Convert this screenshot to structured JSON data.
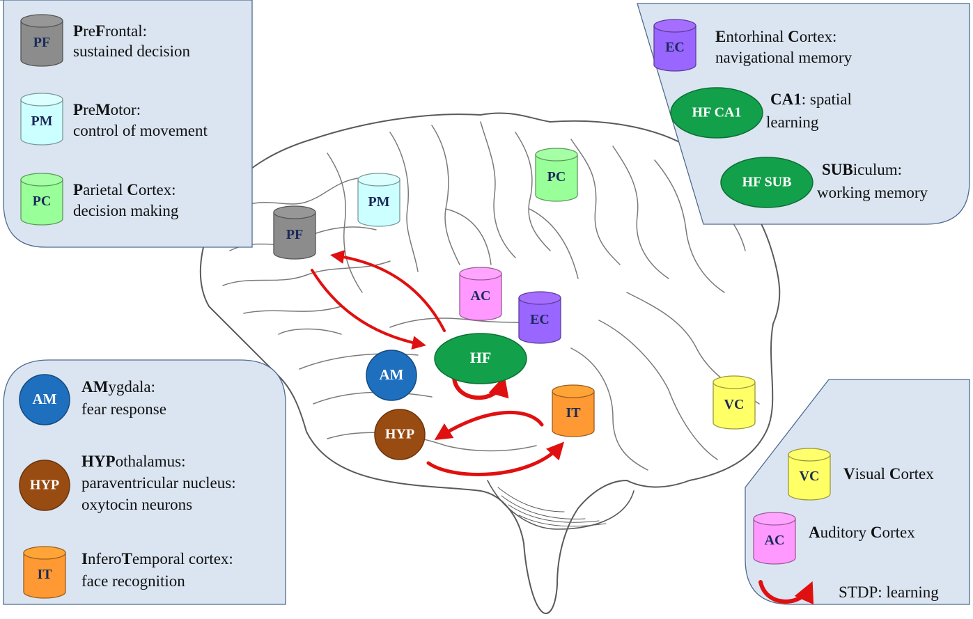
{
  "colors": {
    "panel_fill": "#dbe5f1",
    "panel_stroke": "#4f6a8f",
    "arrow": "#e01010",
    "pf": "#8c8c8c",
    "pm": "#ccffff",
    "pc": "#99ff99",
    "ec": "#9966ff",
    "ac": "#ff99ff",
    "vc": "#ffff66",
    "it": "#ff9933",
    "am": "#1f6fbf",
    "hyp": "#994c12",
    "hf": "#13a04a"
  },
  "regions": {
    "pf": "PF",
    "pm": "PM",
    "pc": "PC",
    "ac": "AC",
    "ec": "EC",
    "hf": "HF",
    "am": "AM",
    "hyp": "HYP",
    "it": "IT",
    "vc": "VC",
    "hf_ca1": "HF CA1",
    "hf_sub": "HF SUB"
  },
  "legend_top_left": [
    {
      "icon": "PF",
      "bold1": "P",
      "plain1": "re",
      "bold2": "F",
      "plain2": "rontal:",
      "desc": "sustained decision"
    },
    {
      "icon": "PM",
      "bold1": "P",
      "plain1": "re",
      "bold2": "M",
      "plain2": "otor:",
      "desc": "control of movement"
    },
    {
      "icon": "PC",
      "bold1": "P",
      "plain1": "arietal ",
      "bold2": "C",
      "plain2": "ortex:",
      "desc": "decision making"
    }
  ],
  "legend_top_right": [
    {
      "icon": "EC",
      "bold1": "E",
      "plain1": "ntorhinal ",
      "bold2": "C",
      "plain2": "ortex:",
      "desc": "navigational memory"
    },
    {
      "icon": "HF CA1",
      "bold1": "CA1",
      "plain1": ": spatial",
      "desc": "learning"
    },
    {
      "icon": "HF SUB",
      "bold1": "SUB",
      "plain1": "iculum:",
      "desc": "working memory"
    }
  ],
  "legend_bottom_left": [
    {
      "icon": "AM",
      "bold1": "AM",
      "plain1": "ygdala:",
      "desc": "fear response"
    },
    {
      "icon": "HYP",
      "bold1": "HYP",
      "plain1": "othalamus:",
      "desc": "paraventricular nucleus:",
      "desc2": "oxytocin neurons"
    },
    {
      "icon": "IT",
      "bold1": "I",
      "plain1": "nfero",
      "bold2": "T",
      "plain2": "emporal cortex:",
      "desc": "face recognition"
    }
  ],
  "legend_bottom_right": [
    {
      "icon": "VC",
      "bold1": "V",
      "plain1": "isual ",
      "bold2": "C",
      "plain2": "ortex"
    },
    {
      "icon": "AC",
      "bold1": "A",
      "plain1": "uditory ",
      "bold2": "C",
      "plain2": "ortex"
    },
    {
      "icon": "stdp-arrow",
      "label": "STDP:  learning"
    }
  ]
}
